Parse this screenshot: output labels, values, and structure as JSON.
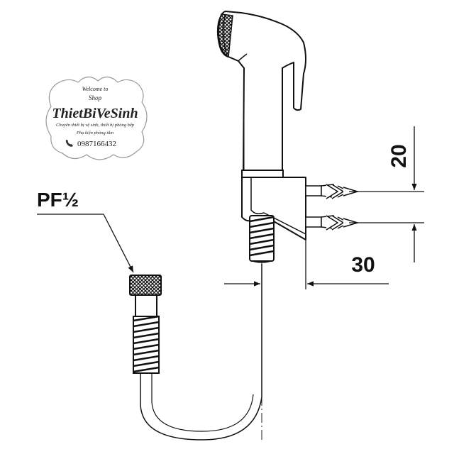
{
  "watermark": {
    "welcome": "Welcome to",
    "shop": "Shop",
    "brand": "ThietBiVeSinh",
    "tagline": "Chuyên thiết bị vệ sinh, thiết bị phòng bếp",
    "subtagline": "Phụ kiện phòng tắm",
    "phone": "0987166432",
    "phone_icon": "phone-icon"
  },
  "labels": {
    "thread": "PF½",
    "dim_vertical": "20",
    "dim_horizontal": "30"
  },
  "colors": {
    "line": "#1a1a1a",
    "background": "#ffffff"
  }
}
